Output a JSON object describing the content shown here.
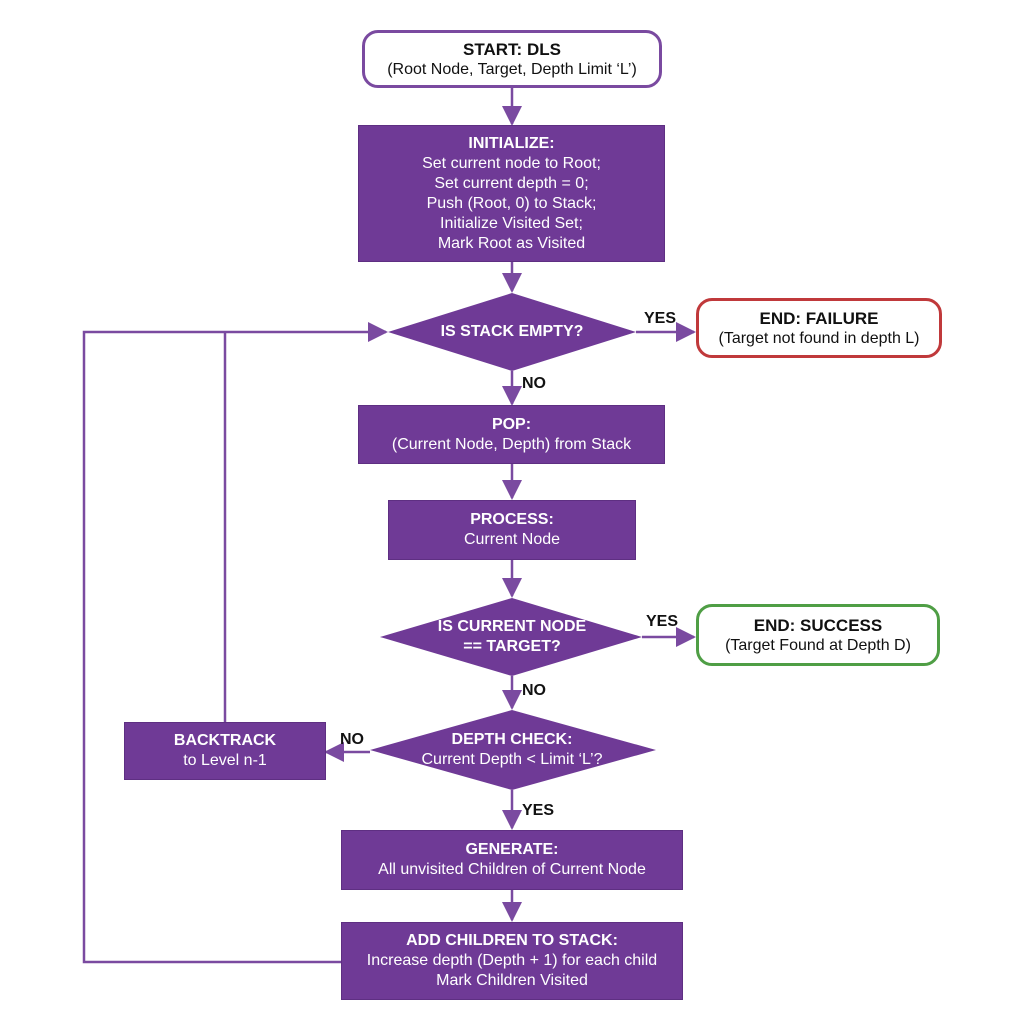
{
  "colors": {
    "node_fill": "#6f3a96",
    "line": "#7a4aa0",
    "failure_border": "#c0393b",
    "success_border": "#4f9e45"
  },
  "nodes": {
    "start": {
      "title": "START: DLS",
      "line1": "(Root Node, Target, Depth Limit ‘L’)"
    },
    "initialize": {
      "title": "INITIALIZE:",
      "lines": [
        "Set current node to Root;",
        "Set current depth = 0;",
        "Push (Root, 0) to Stack;",
        "Initialize Visited Set;",
        "Mark Root as Visited"
      ]
    },
    "stack_empty": {
      "title": "IS STACK EMPTY?"
    },
    "end_failure": {
      "title": "END: FAILURE",
      "line1": "(Target not found in depth L)"
    },
    "pop": {
      "title": "POP:",
      "line1": "(Current Node, Depth) from Stack"
    },
    "process": {
      "title": "PROCESS:",
      "line1": "Current Node"
    },
    "is_target": {
      "line1": "IS CURRENT NODE",
      "line2": "== TARGET?"
    },
    "end_success": {
      "title": "END: SUCCESS",
      "line1": "(Target Found at Depth D)"
    },
    "depth_check": {
      "title": "DEPTH CHECK:",
      "line1": "Current Depth < Limit ‘L’?"
    },
    "backtrack": {
      "title": "BACKTRACK",
      "line1": "to Level n-1"
    },
    "generate": {
      "title": "GENERATE:",
      "line1": "All unvisited Children of Current Node"
    },
    "add_children": {
      "title": "ADD CHILDREN TO STACK:",
      "line1": "Increase depth (Depth + 1) for each child",
      "line2": "Mark Children Visited"
    }
  },
  "edges": {
    "stack_empty_yes": "YES",
    "stack_empty_no": "NO",
    "target_yes": "YES",
    "target_no": "NO",
    "depth_no": "NO",
    "depth_yes": "YES"
  }
}
